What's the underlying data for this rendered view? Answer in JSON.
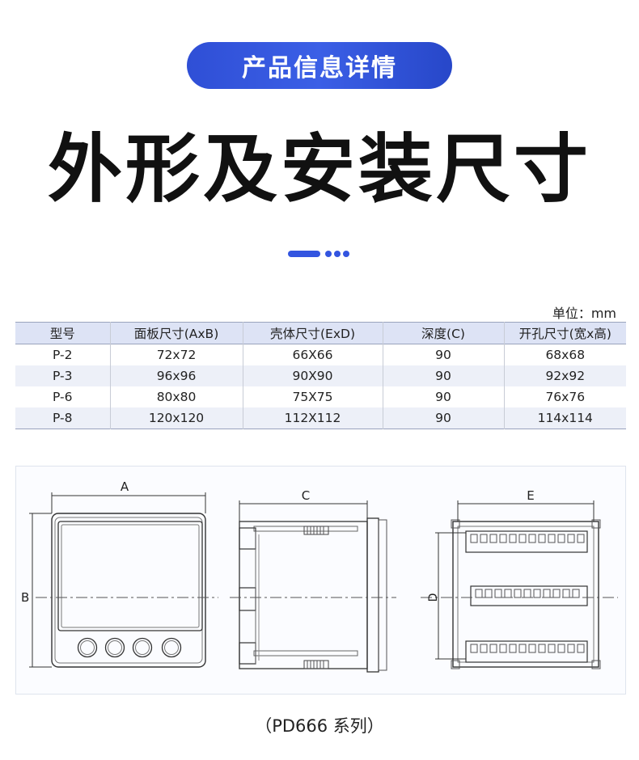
{
  "header": {
    "pill_label": "产品信息详情",
    "title": "外形及安装尺寸"
  },
  "colors": {
    "accent": "#3355e0",
    "table_header_bg": "#dde3f5",
    "table_alt_row_bg": "#edf0f8"
  },
  "table": {
    "unit": "单位：mm",
    "columns": [
      "型号",
      "面板尺寸(AxB)",
      "壳体尺寸(ExD)",
      "深度(C)",
      "开孔尺寸(宽x高)"
    ],
    "rows": [
      [
        "P-2",
        "72x72",
        "66X66",
        "90",
        "68x68"
      ],
      [
        "P-3",
        "96x96",
        "90X90",
        "90",
        "92x92"
      ],
      [
        "P-6",
        "80x80",
        "75X75",
        "90",
        "76x76"
      ],
      [
        "P-8",
        "120x120",
        "112X112",
        "90",
        "114x114"
      ]
    ]
  },
  "drawing": {
    "labels": {
      "a": "A",
      "b": "B",
      "c": "C",
      "d": "D",
      "e": "E"
    }
  },
  "caption": "（PD666 系列）"
}
